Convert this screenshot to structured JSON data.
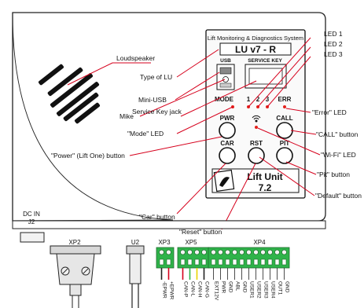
{
  "device": {
    "header": "Lift Monitoring & Diagnostics System",
    "model": "LU v7 - R",
    "usb_label": "USB",
    "service_key_label": "SERVICE KEY",
    "button_labels": {
      "mode": "MODE",
      "err": "ERR",
      "pwr": "PWR",
      "call": "CALL",
      "car": "CAR",
      "rst": "RST",
      "pit": "PIT"
    },
    "led_numbers": [
      "1",
      "2",
      "3"
    ],
    "logo_text": "Lift Unit",
    "logo_version": "7.2"
  },
  "callouts": {
    "loudspeaker": "Loudspeaker",
    "type_of_lu": "Type of LU",
    "mini_usb": "Mini-USB",
    "mike": "Mike",
    "service_key_jack": "Service Key jack",
    "mode_led": "\"Mode\" LED",
    "power_button": "\"Power\" (Lift One) button",
    "car_button": "\"Car\" button",
    "reset_button": "\"Reset\" button",
    "led1": "LED 1",
    "led2": "LED 2",
    "led3": "LED 3",
    "error_led": "\"Error\" LED",
    "call_button": "\"CALL\" button",
    "wifi_led": "\"Wi-Fi\" LED",
    "pit_button": "\"Pit\" button",
    "default_button": "\"Default\" button"
  },
  "connectors": {
    "dcin": "DC IN",
    "j2": "J2",
    "xp2": "XP2",
    "u2": "U2",
    "xp3": "XP3",
    "xp5": "XP5",
    "xp4": "XP4"
  },
  "pins": {
    "xp3": [
      "-EPWR",
      "+EPWR"
    ],
    "xp5": [
      "CAN-P",
      "CAN-L",
      "CAN-H",
      "CAN-G"
    ],
    "xp4": [
      "EXT12V",
      "PWR",
      "GND",
      "ABL",
      "GND",
      "USER1",
      "USER2",
      "USER3",
      "USER4",
      "OUT1",
      "GND"
    ]
  },
  "colors": {
    "callout_line": "#d6001c",
    "terminal_green": "#2fb34a"
  }
}
